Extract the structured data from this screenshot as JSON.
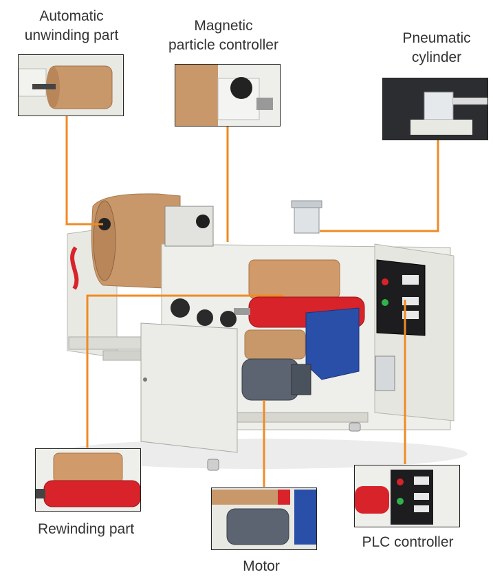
{
  "parts": {
    "unwinding": {
      "line1": "Automatic",
      "line2": "unwinding part"
    },
    "magnetic": {
      "line1": "Magnetic",
      "line2": "particle controller"
    },
    "pneumatic": {
      "line1": "Pneumatic",
      "line2": "cylinder"
    },
    "rewinding": {
      "label": "Rewinding part"
    },
    "motor": {
      "label": "Motor"
    },
    "plc": {
      "label": "PLC controller"
    }
  },
  "colors": {
    "leader": "#f08a24",
    "kraft": "#c9986a",
    "roller_red": "#d8232a",
    "machine_white": "#eeeeea",
    "guard_blue": "#2a4fa8",
    "motor_gray": "#5b6470",
    "panel_black": "#1d1d1f"
  }
}
